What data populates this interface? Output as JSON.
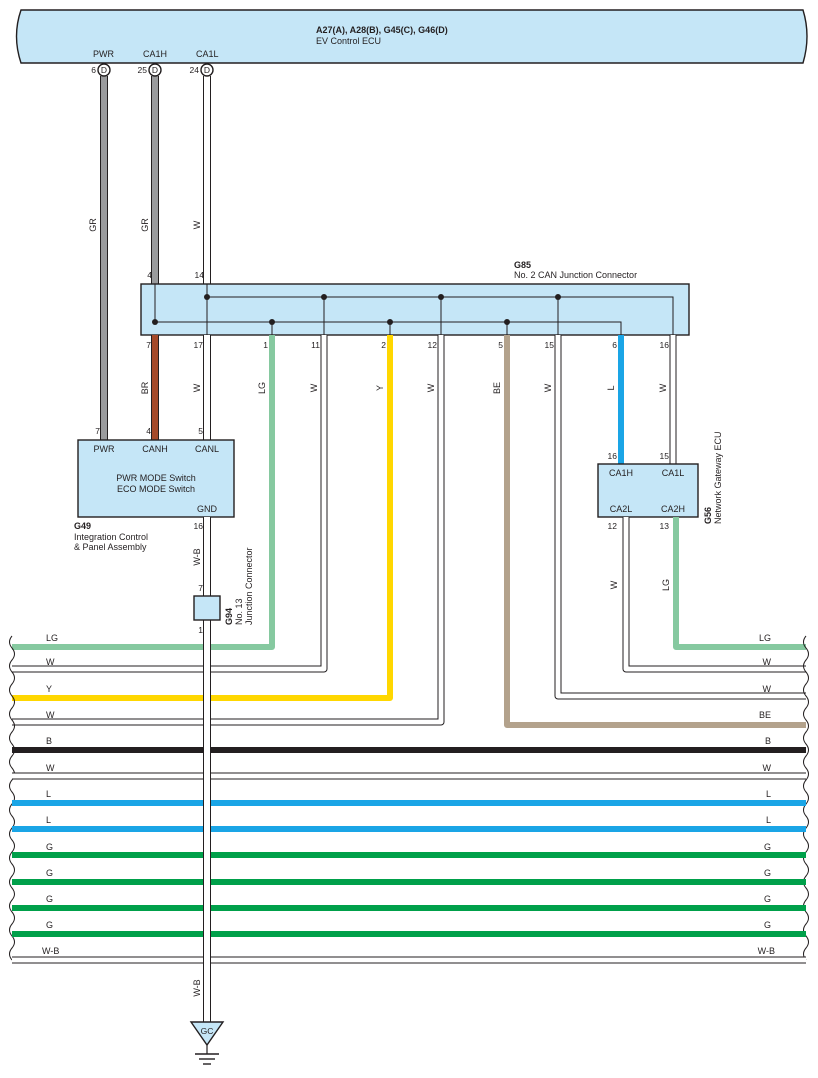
{
  "colors": {
    "GR": "#9a9b9d",
    "BR": "#a54a2a",
    "LG": "#86c9a0",
    "Y": "#ffd700",
    "BE": "#b3a28c",
    "L": "#1aa5e6",
    "B": "#231f20",
    "G": "#00a04a",
    "W": "#ffffff",
    "W-B": "#ffffff",
    "ecu_fill": "#c5e6f7"
  },
  "ecu_top": {
    "connectors": "A27(A), A28(B), G45(C), G46(D)",
    "name": "EV Control ECU",
    "terminals": [
      {
        "name": "PWR",
        "pin": "6",
        "conn": "D"
      },
      {
        "name": "CA1H",
        "pin": "25",
        "conn": "D"
      },
      {
        "name": "CA1L",
        "pin": "24",
        "conn": "D"
      }
    ]
  },
  "wires_top": [
    {
      "label": "GR"
    },
    {
      "label": "GR"
    },
    {
      "label": "W"
    }
  ],
  "junction_g85": {
    "code": "G85",
    "name": "No. 2 CAN Junction Connector",
    "top_pins": [
      "4",
      "14"
    ],
    "bottom": [
      {
        "pin": "7",
        "wire": "BR"
      },
      {
        "pin": "17",
        "wire": "W"
      },
      {
        "pin": "1",
        "wire": "LG"
      },
      {
        "pin": "11",
        "wire": "W"
      },
      {
        "pin": "2",
        "wire": "Y"
      },
      {
        "pin": "12",
        "wire": "W"
      },
      {
        "pin": "5",
        "wire": "BE"
      },
      {
        "pin": "15",
        "wire": "W"
      },
      {
        "pin": "6",
        "wire": "L"
      },
      {
        "pin": "16",
        "wire": "W"
      }
    ]
  },
  "ecu_g49": {
    "code": "G49",
    "line1": "Integration Control",
    "line2": "& Panel Assembly",
    "inner1": "PWR MODE Switch",
    "inner2": "ECO MODE Switch",
    "terminals": [
      {
        "name": "PWR",
        "pin": "7"
      },
      {
        "name": "CANH",
        "pin": "4"
      },
      {
        "name": "CANL",
        "pin": "5"
      }
    ],
    "gnd": {
      "name": "GND",
      "pin": "16",
      "wire": "W-B"
    }
  },
  "junction_g94": {
    "code": "G94",
    "line1": "No. 13",
    "line2": "Junction Connector",
    "pin_top": "7",
    "pin_bottom": "1"
  },
  "ecu_g56": {
    "code": "G56",
    "name": "Network Gateway ECU",
    "top": [
      {
        "name": "CA1H",
        "pin": "16"
      },
      {
        "name": "CA1L",
        "pin": "15"
      }
    ],
    "bottom": [
      {
        "name": "CA2L",
        "pin": "12",
        "wire": "W"
      },
      {
        "name": "CA2H",
        "pin": "13",
        "wire": "LG"
      }
    ]
  },
  "bus_wires": [
    {
      "left": "LG",
      "right": "LG"
    },
    {
      "left": "W",
      "right": "W"
    },
    {
      "left": "Y",
      "right": "W"
    },
    {
      "left": "W",
      "right": "BE"
    },
    {
      "left": "B",
      "right": "B"
    },
    {
      "left": "W",
      "right": "W"
    },
    {
      "left": "L",
      "right": "L"
    },
    {
      "left": "L",
      "right": "L"
    },
    {
      "left": "G",
      "right": "G"
    },
    {
      "left": "G",
      "right": "G"
    },
    {
      "left": "G",
      "right": "G"
    },
    {
      "left": "G",
      "right": "G"
    },
    {
      "left": "W-B",
      "right": "W-B"
    }
  ],
  "ground": {
    "wire": "W-B",
    "code": "GC"
  }
}
